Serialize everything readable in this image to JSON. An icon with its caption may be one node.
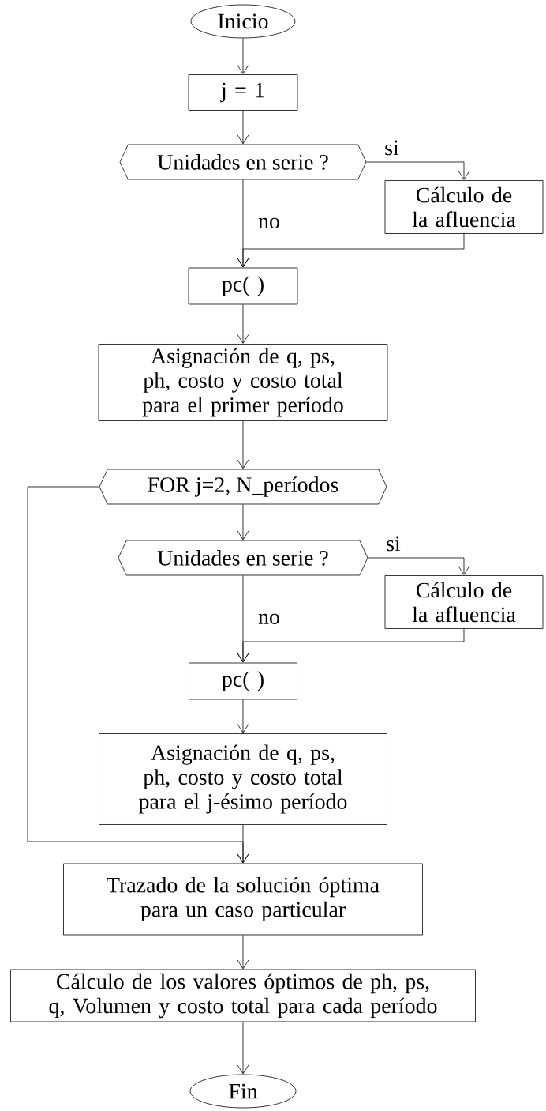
{
  "diagram": {
    "nodes": [
      {
        "text": [
          "Inicio"
        ]
      },
      {
        "text": [
          "j = 1"
        ]
      },
      {
        "text": [
          "Unidades en serie ?"
        ]
      },
      {
        "text": [
          "Cálculo de la afluencia"
        ]
      },
      {
        "text": [
          "pc( )"
        ]
      },
      {
        "text": [
          "Asignación de q, ps, ph, costo y costo total para el primer período"
        ]
      },
      {
        "text": [
          "FOR j=2, N_períodos"
        ]
      },
      {
        "text": [
          "Unidades en serie ?"
        ]
      },
      {
        "text": [
          "Cálculo de la afluencia"
        ]
      },
      {
        "text": [
          "pc( )"
        ]
      },
      {
        "text": [
          "Asignación de q, ps, ph, costo y costo total para el j-ésimo período"
        ]
      },
      {
        "text": [
          "Trazado de la solución óptima para un caso particular"
        ]
      },
      {
        "text": [
          "Cálculo de los valores óptimos de ph, ps, q, Volumen y costo total para cada período"
        ]
      },
      {
        "text": [
          "Fin"
        ]
      }
    ],
    "edges": [
      {
        "from": 0,
        "to": 1,
        "arrow": "to"
      },
      {
        "from": 1,
        "to": 2,
        "arrow": "to"
      },
      {
        "from": 2,
        "to": 3,
        "arrow": "to",
        "label": "si"
      },
      {
        "from": 2,
        "to": 4,
        "arrow": "to",
        "label": "no"
      },
      {
        "from": 3,
        "to": 4,
        "arrow": "to"
      },
      {
        "from": 4,
        "to": 5,
        "arrow": "to"
      },
      {
        "from": 5,
        "to": 6,
        "arrow": "to"
      },
      {
        "from": 6,
        "to": 7,
        "arrow": "to"
      },
      {
        "from": 7,
        "to": 8,
        "arrow": "to",
        "label": "si"
      },
      {
        "from": 7,
        "to": 9,
        "arrow": "to",
        "label": "no"
      },
      {
        "from": 8,
        "to": 9,
        "arrow": "to"
      },
      {
        "from": 9,
        "to": 10,
        "arrow": "to"
      },
      {
        "from": 10,
        "to": 11,
        "arrow": "to"
      },
      {
        "from": 6,
        "to": 11,
        "arrow": "to"
      },
      {
        "from": 11,
        "to": 12,
        "arrow": "to"
      },
      {
        "from": 12,
        "to": 13,
        "arrow": "to"
      }
    ]
  }
}
